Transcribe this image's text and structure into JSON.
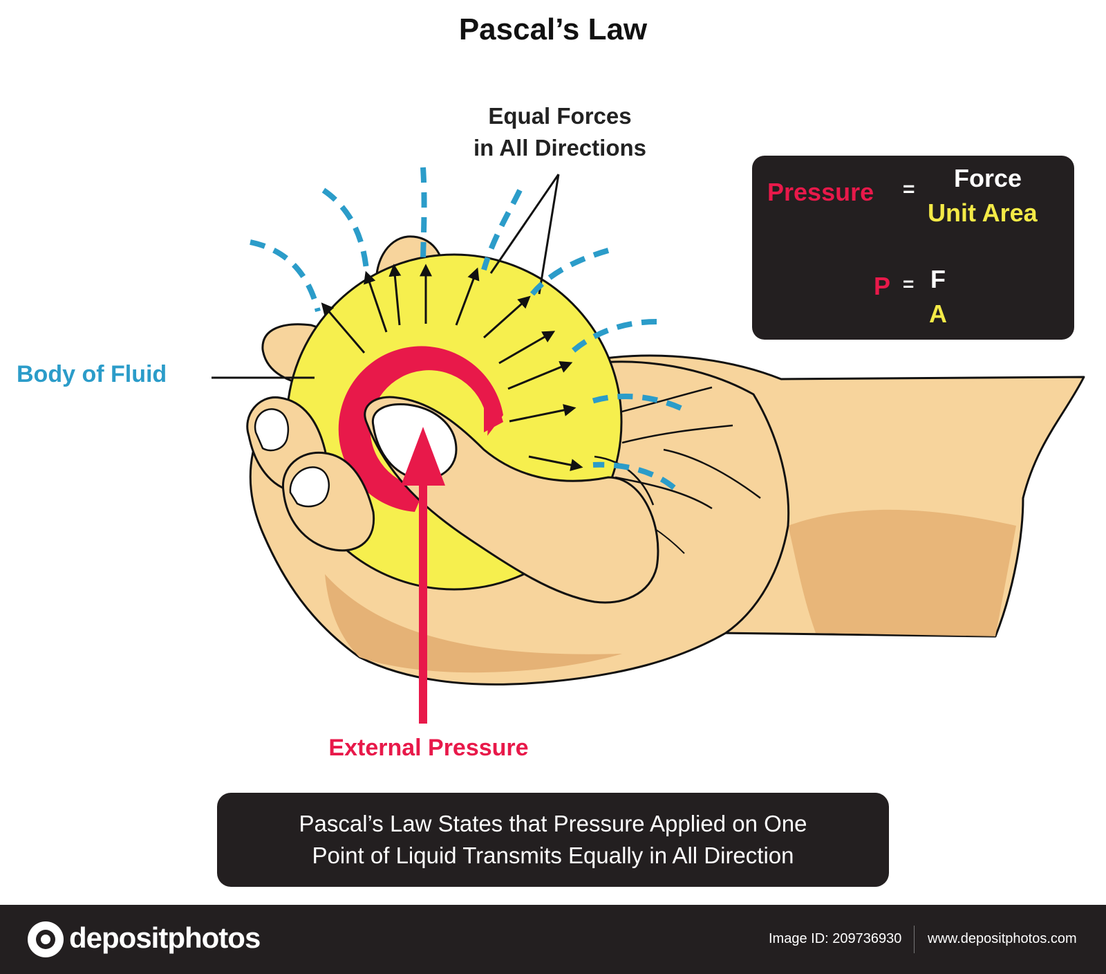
{
  "title": "Pascal’s Law",
  "labels": {
    "forces_line1": "Equal Forces",
    "forces_line2": "in All Directions",
    "body_of_fluid": "Body of Fluid",
    "external_pressure": "External Pressure"
  },
  "formula": {
    "pressure_word": "Pressure",
    "equals": "=",
    "numerator_word": "Force",
    "denominator_word": "Unit Area",
    "p_symbol": "P",
    "f_symbol": "F",
    "a_symbol": "A"
  },
  "statement": {
    "line1": "Pascal’s Law States that Pressure Applied on One",
    "line2": "Point of Liquid Transmits Equally in All Direction"
  },
  "footer": {
    "brand": "depositphotos",
    "image_id": "Image ID: 209736930",
    "site": "www.depositphotos.com"
  },
  "colors": {
    "title": "#111111",
    "blue_accent": "#2b9cc9",
    "red_accent": "#e8194a",
    "yellow_fluid": "#f6ef4e",
    "skin": "#f7d49c",
    "skin_shadow": "#e5b276",
    "dark_box": "#231f20",
    "formula_yellow": "#f4ea47"
  }
}
